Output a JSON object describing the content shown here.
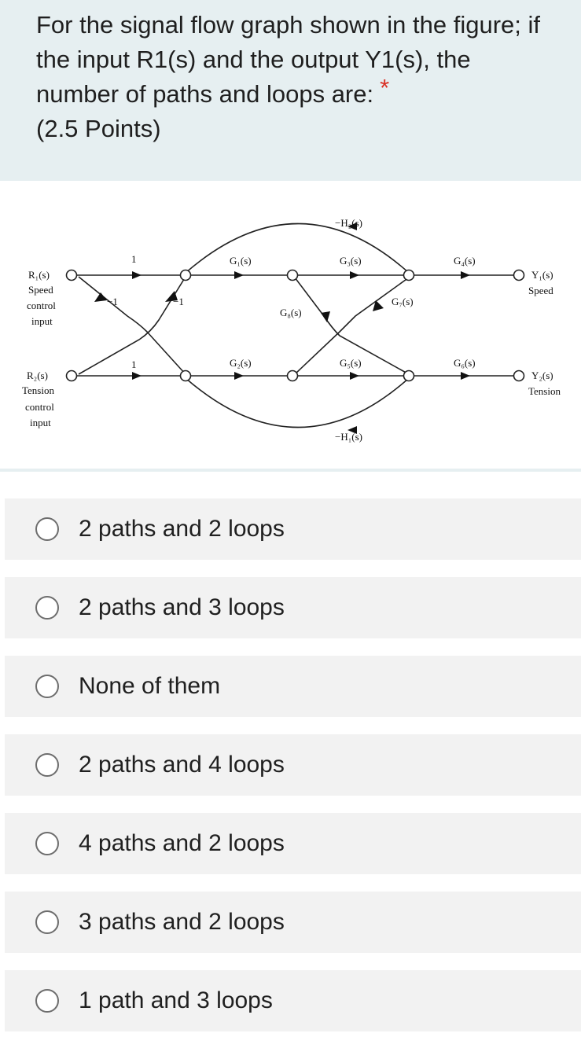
{
  "question": {
    "text": "For the signal flow graph shown in the figure; if the input R1(s) and the output Y1(s), the number of paths and loops are:",
    "required_marker": "*",
    "points": "(2.5 Points)"
  },
  "figure": {
    "labels": {
      "r1": "R₁(s)",
      "r1_sub1": "Speed",
      "r1_sub2": "control",
      "r1_sub3": "input",
      "r2": "R₂(s)",
      "r2_sub1": "Tension",
      "r2_sub2": "control",
      "r2_sub3": "input",
      "y1": "Y₁(s)",
      "y1_sub": "Speed",
      "y2": "Y₂(s)",
      "y2_sub": "Tension",
      "g1": "G₁(s)",
      "g2": "G₂(s)",
      "g3": "G₃(s)",
      "g4": "G₄(s)",
      "g5": "G₅(s)",
      "g6": "G₆(s)",
      "g7": "G₇(s)",
      "g8": "G₈(s)",
      "h1": "−H₁(s)",
      "h2": "−H₂(s)",
      "one_top": "1",
      "one_bottom": "1",
      "neg_one_a": "−1",
      "neg_one_b": "−1"
    }
  },
  "options": [
    {
      "label": "2 paths and 2 loops"
    },
    {
      "label": "2 paths and 3 loops"
    },
    {
      "label": "None of them"
    },
    {
      "label": "2 paths and 4 loops"
    },
    {
      "label": "4 paths and 2 loops"
    },
    {
      "label": "3 paths and 2 loops"
    },
    {
      "label": "1 path and 3 loops"
    }
  ]
}
